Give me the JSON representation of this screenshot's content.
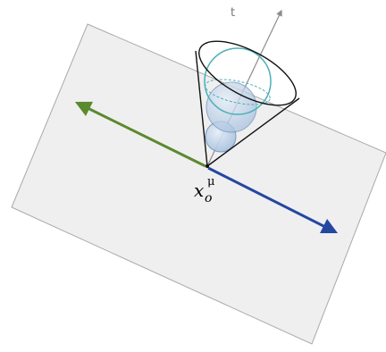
{
  "labels": {
    "axis_t": "t",
    "point_base": "x",
    "point_sub": "o",
    "point_sup": "μ"
  },
  "colors": {
    "plane_fill": "#efefef",
    "plane_stroke": "#a9a9a9",
    "green_arrow": "#5a8a2e",
    "blue_arrow": "#2447a0",
    "time_axis": "#8c8c8c",
    "cone_stroke": "#111111",
    "sphere_ring": "#4bb0b8",
    "inner_sphere_fill": "#b8cfe6",
    "inner_sphere_stroke": "#6e8fb3"
  },
  "icons": {
    "green_arrow": "arrow-left-icon",
    "blue_arrow": "arrow-right-down-icon",
    "time_axis_arrow": "arrow-up-icon"
  }
}
